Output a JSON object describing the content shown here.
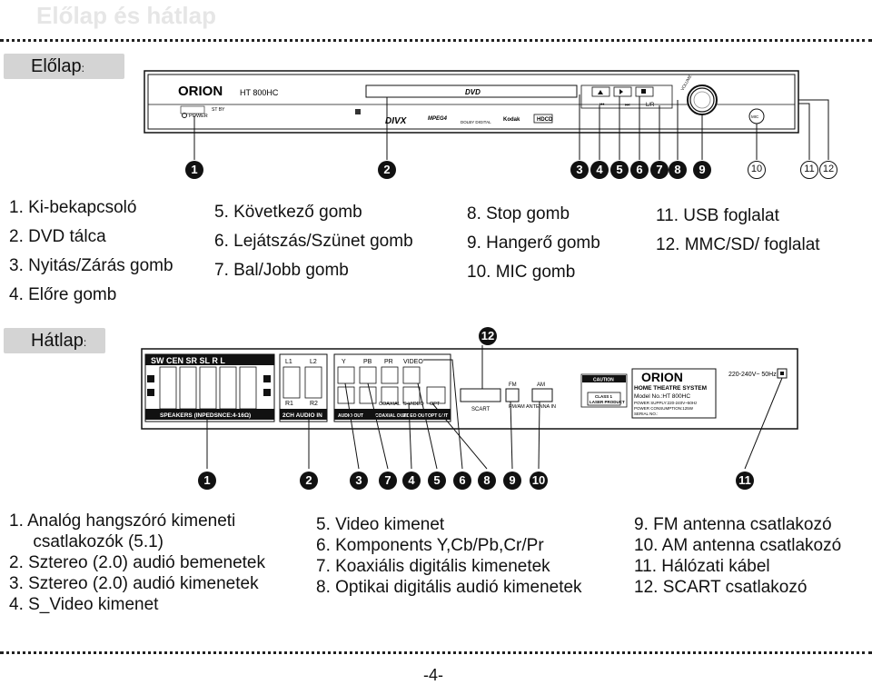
{
  "header": {
    "ghost_title": "Előlap és hátlap"
  },
  "front": {
    "section_label": "Előlap",
    "label_suffix": ":",
    "device": {
      "brand": "ORION",
      "model": "HT 800HC",
      "power_label": "POWER",
      "standby": "ST BY",
      "dvd_logo": "DVD",
      "divx_logo": "DIVX",
      "mpeg4_logo": "MPEG4",
      "dolby_logo": "DOLBY DIGITAL",
      "kodak_logo": "Kodak",
      "hdcd_logo": "HDCD",
      "lr_label": "L/R",
      "volume_label": "VOLUME",
      "mic_label": "MIC"
    },
    "callouts": [
      "1",
      "2",
      "3",
      "4",
      "5",
      "6",
      "7",
      "8",
      "9",
      "10",
      "11",
      "12"
    ],
    "legend_col1": [
      "1.  Ki-bekapcsoló",
      "2.  DVD tálca",
      "3.  Nyitás/Zárás gomb",
      "4.  Előre gomb"
    ],
    "legend_col2": [
      "5.  Következő gomb",
      "6.  Lejátszás/Szünet gomb",
      "7.  Bal/Jobb gomb"
    ],
    "legend_col3": [
      "8.  Stop gomb",
      "9.  Hangerő gomb",
      "10.  MIC gomb"
    ],
    "legend_col4": [
      "11. USB foglalat",
      "12. MMC/SD/ foglalat"
    ]
  },
  "rear": {
    "section_label": "Hátlap",
    "label_suffix": ":",
    "device": {
      "speaker_labels": "SW  CEN  SR  SL  R    L",
      "speakers_caption": "SPEAKERS (INPEDSNCE:4-16Ω)",
      "l1": "L1",
      "l2": "L2",
      "r1": "R1",
      "r2": "R2",
      "audio_in": "2CH AUDIO IN",
      "y": "Y",
      "pb": "PB",
      "pr": "PR",
      "video": "VIDEO",
      "coaxial": "COAXIAL",
      "svideo": "S-VIDEO",
      "opt": "OPT",
      "audio_out": "AUDIO OUT",
      "coaxial_out": "COAXIAL OUT",
      "video_out": "VIDEO OUT",
      "opt_out": "OPT OUT",
      "scart": "SCART",
      "fm": "FM",
      "am": "AM",
      "antenna": "FM/AM ANTENNA IN",
      "caution": "CAUTION",
      "class1": "CLASS 1",
      "laser": "LASER PRODUCT",
      "brand": "ORION",
      "home_theatre": "HOME THEATRE SYSTEM",
      "model_no": "Model No.:HT 800HC",
      "power_supply": "POWER SUPPLY:220-240V~50Hz",
      "consumption": "POWER CONSUMPTION:125W",
      "serial": "SERIAL NO.:",
      "mains": "220-240V~ 50Hz"
    },
    "callouts": [
      "1",
      "2",
      "3",
      "7",
      "4",
      "5",
      "6",
      "8",
      "9",
      "10",
      "11"
    ],
    "top_callout": "12",
    "legend_col1": [
      "1.  Analóg hangszóró kimeneti",
      "     csatlakozók (5.1)",
      "2.  Sztereo (2.0) audió bemenetek",
      "3.  Sztereo (2.0) audió kimenetek",
      "4.  S_Video kimenet"
    ],
    "legend_col2": [
      "5.  Video kimenet",
      "6.  Komponents Y,Cb/Pb,Cr/Pr",
      "7.  Koaxiális digitális kimenetek",
      "8.  Optikai digitális audió kimenetek"
    ],
    "legend_col3": [
      "9.  FM antenna csatlakozó",
      "10. AM antenna csatlakozó",
      "11. Hálózati kábel",
      "12. SCART csatlakozó"
    ]
  },
  "footer": {
    "page_number": "-4-"
  }
}
